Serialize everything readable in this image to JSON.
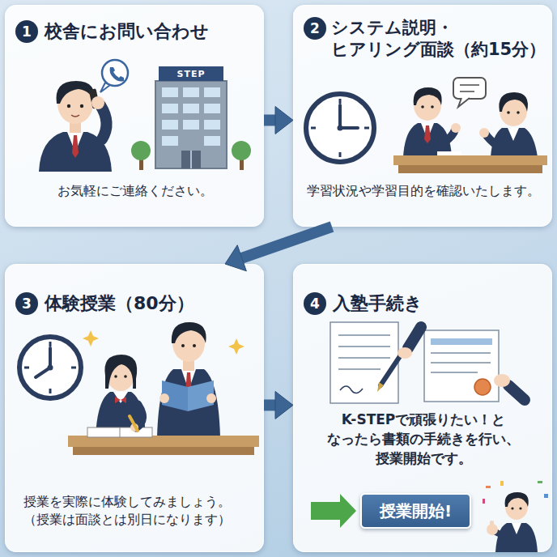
{
  "diagram": {
    "nodes": [
      {
        "text": [
          "校舎にお問い合わせ",
          "お気軽にご連絡ください。"
        ]
      },
      {
        "text": [
          "1"
        ],
        "in": 0
      },
      {
        "text": [
          "システム説明・ ヒアリング面談（約15分）",
          "学習状況や学習目的を確認いたします。"
        ]
      },
      {
        "text": [
          "2"
        ],
        "in": 2
      },
      {
        "text": [
          "体験授業（80分）",
          "授業を実際に体験してみましょう。 （授業は面談とは別日になります）"
        ]
      },
      {
        "text": [
          "3"
        ],
        "in": 4
      },
      {
        "text": [
          "入塾手続き",
          "K-STEPで頑張りたい！と なったら書類の手続きを行い、 授業開始です。"
        ]
      },
      {
        "text": [
          "4"
        ],
        "in": 6
      },
      {
        "text": [
          "授業開始!"
        ],
        "in": 6
      }
    ],
    "edges": [
      {
        "from": 0,
        "to": 2,
        "arrow": "to"
      },
      {
        "from": 2,
        "to": 4,
        "arrow": "to"
      },
      {
        "from": 4,
        "to": 6,
        "arrow": "to"
      }
    ],
    "labels": [
      "STEP"
    ]
  }
}
